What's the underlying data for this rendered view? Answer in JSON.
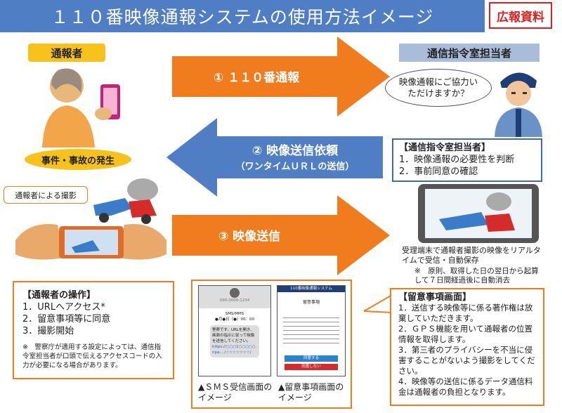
{
  "header": {
    "title": "１１０番映像通報システムの使用方法イメージ",
    "badge": "広報資料"
  },
  "labels": {
    "reporter": "通報者",
    "dispatcher": "通信指令室担当者",
    "incident": "事件・事故の発生",
    "filming": "通報者による撮影"
  },
  "arrows": {
    "step1": "① １１０番通報",
    "step2": "② 映像送信依頼",
    "step2_sub": "（ワンタイムＵＲＬの送信）",
    "step3": "③ 映像送信"
  },
  "colors": {
    "orange": "#f07c1e",
    "blue": "#4f7ec4",
    "yellow": "#f7c31a"
  },
  "speech": "映像通報にご協力いただけますか？",
  "dispatcher_box": {
    "title": "【通信指令室担当者】",
    "items": [
      "1．映像通報の必要性を判断",
      "2．事前同意の確認"
    ]
  },
  "reporter_box": {
    "title": "【通報者の操作】",
    "items": [
      "1．URLへアクセス*",
      "2．留意事項等に同意",
      "3．撮影開始"
    ],
    "note": "※　警察庁が適用する設定によっては、通信指令室担当者が口頭で伝えるアクセスコードの入力が必要になる場合があります。"
  },
  "terminal_caption": {
    "main": "受理端末で通報者撮影の映像をリアルタイムで受信・自動保存",
    "note": "※　原則、取得した日の翌日から起算して７日間経過後に自動消去"
  },
  "sms_screen": {
    "phone": "090-0000-1234",
    "type": "SMS/MMS",
    "date": "●月●日（●）00：00",
    "message": "警察です。URLを開き、画面の指示に従って映像を送信してください。",
    "url": "https://○○○1○○○○○.npa..../☆☆☆☆☆☆☆/",
    "caption": "▲ＳＭＳ受信画面のイメージ"
  },
  "notice_screen": {
    "header": "110番映像通報システム",
    "title": "留意事項",
    "agree": "同意する",
    "disagree": "同意しない",
    "caption": "▲留意事項画面のイメージ"
  },
  "notice_box": {
    "title": "【留意事項画面】",
    "items": [
      "1．送信する映像等に係る著作権は放棄していただきます。",
      "2．ＧＰＳ機能を用いて通報者の位置情報を取得します。",
      "3．第三者のプライバシーを不当に侵害することがないよう撮影をしてください。",
      "4．映像等の送信に係るデータ通信料金は通報者の負担となります。"
    ]
  }
}
